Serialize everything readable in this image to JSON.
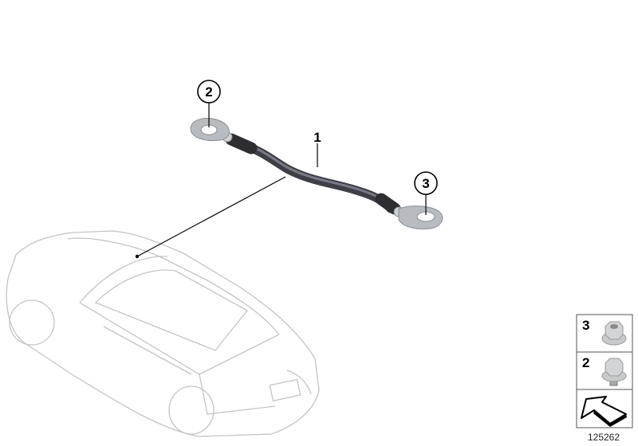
{
  "callouts": {
    "part_1": "1",
    "part_2": "2",
    "part_3": "3"
  },
  "legend": {
    "items": [
      {
        "number": "3",
        "icon": "flange-nut-icon"
      },
      {
        "number": "2",
        "icon": "flange-bolt-icon"
      },
      {
        "number": "",
        "icon": "location-arrow-icon"
      }
    ]
  },
  "diagram_id": "125262",
  "colors": {
    "cable": "#4a4a52",
    "lug": "#b8bcc0",
    "car_outline": "#c4c4c4"
  }
}
